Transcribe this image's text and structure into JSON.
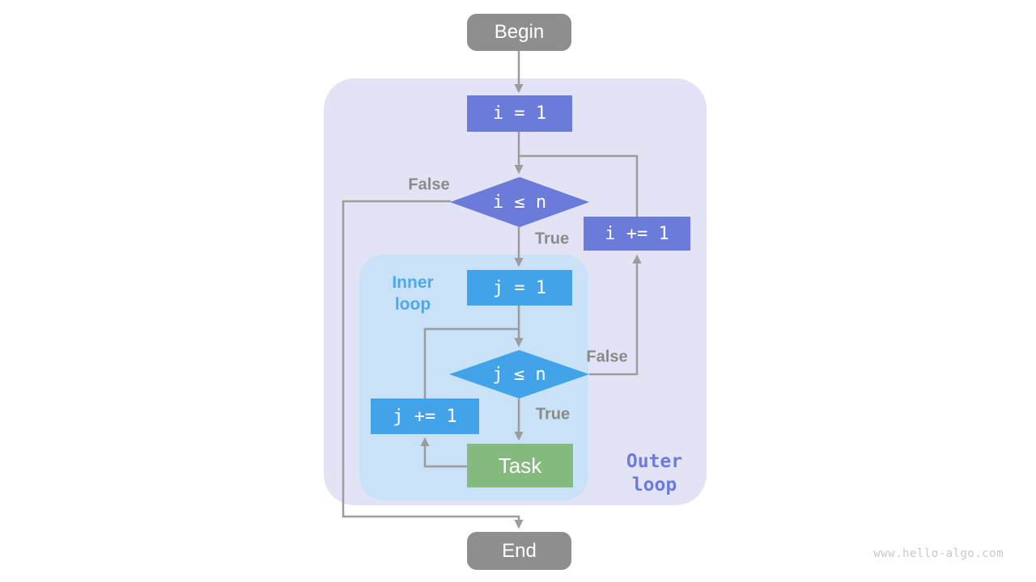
{
  "diagram": {
    "title": "nested loops flowchart",
    "nodes": {
      "begin": {
        "label": "Begin"
      },
      "init_i": {
        "label": "i = 1"
      },
      "cond_i": {
        "label": "i ≤ n"
      },
      "incr_i": {
        "label": "i += 1"
      },
      "init_j": {
        "label": "j = 1"
      },
      "cond_j": {
        "label": "j ≤ n"
      },
      "incr_j": {
        "label": "j += 1"
      },
      "task": {
        "label": "Task"
      },
      "end": {
        "label": "End"
      }
    },
    "edge_labels": {
      "outer_false": "False",
      "outer_true": "True",
      "inner_false": "False",
      "inner_true": "True"
    },
    "regions": {
      "inner_loop": {
        "label": "Inner\nloop"
      },
      "outer_loop": {
        "label": "Outer\nloop"
      }
    },
    "colors": {
      "terminal_gray": "#8E8E8E",
      "outer_accent": "#6B7BD9",
      "inner_accent": "#42A3E8",
      "task_green": "#84BA7D",
      "outer_region_bg": "#E2E4F6",
      "inner_region_bg": "#C9E2F7",
      "arrow_gray": "#9C9C9C",
      "edge_label_gray": "#8A8A8A",
      "inner_label_blue": "#4FA8E8",
      "outer_label_purple": "#6B7CD9",
      "watermark_gray": "#C9C9C9"
    }
  },
  "watermark": "www.hello-algo.com"
}
